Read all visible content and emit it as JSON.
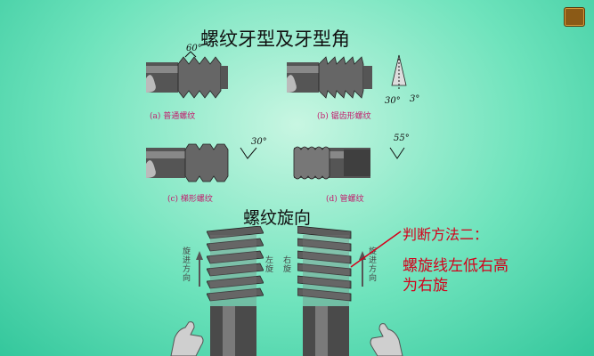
{
  "titles": {
    "thread_profile": "螺纹牙型及牙型角",
    "handedness": "螺纹旋向"
  },
  "figures": [
    {
      "caption": "(a) 普通螺纹",
      "angle": "60°"
    },
    {
      "caption": "(b) 锯齿形螺纹",
      "angle_left": "30°",
      "angle_right": "3°"
    },
    {
      "caption": "(c) 梯形螺纹",
      "angle": "30°"
    },
    {
      "caption": "(d) 管螺纹",
      "angle": "55°"
    }
  ],
  "handedness": {
    "left_vertical_labels": [
      "旋进方向",
      "左旋"
    ],
    "right_vertical_labels": [
      "右旋",
      "旋进方向"
    ]
  },
  "method": {
    "heading": "判断方法二：",
    "line1": "螺旋线左低右高",
    "line2": "为右旋"
  },
  "colors": {
    "background": "#6ee3bc",
    "caption": "#c21a6b",
    "method_text": "#d4001a"
  }
}
